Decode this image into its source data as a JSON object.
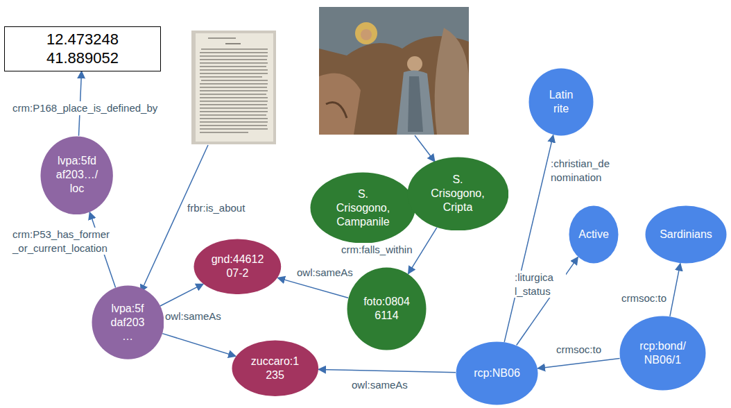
{
  "diagram": {
    "nodes": [
      {
        "text": [
          "12.473248 41.889052"
        ]
      },
      {
        "text": [
          "lvpa:5fd af203…/ loc"
        ]
      },
      {
        "text": [
          "lvpa:5f daf203 …"
        ]
      },
      {
        "text": [
          "gnd:44612 07-2"
        ]
      },
      {
        "text": [
          "zuccaro:1 235"
        ]
      },
      {
        "text": [
          "S. Crisogono, Campanile"
        ]
      },
      {
        "text": [
          "S. Crisogono, Cripta"
        ]
      },
      {
        "text": [
          "foto:0804 6114"
        ]
      },
      {
        "text": [
          "Latin rite"
        ]
      },
      {
        "text": [
          "Active"
        ]
      },
      {
        "text": [
          "Sardinians"
        ]
      },
      {
        "text": [
          "rcp:NB06"
        ]
      },
      {
        "text": [
          "rcp:bond/ NB06/1"
        ]
      }
    ],
    "edges": [
      {
        "from": 1,
        "to": 0,
        "label": "crm:P168_place_is_defined_by",
        "arrow": "to"
      },
      {
        "from": 2,
        "to": 1,
        "label": "crm:P53_has_former _or_current_location",
        "arrow": "to"
      },
      {
        "from": 2,
        "to": 3,
        "label": "owl:sameAs",
        "arrow": "to"
      },
      {
        "from": 7,
        "to": 3,
        "label": "owl:sameAs",
        "arrow": "to"
      },
      {
        "from": 2,
        "to": 4,
        "arrow": "to"
      },
      {
        "from": 11,
        "to": 4,
        "label": "owl:sameAs",
        "arrow": "to"
      },
      {
        "from": 6,
        "to": 7,
        "label": "crm:falls_within",
        "arrow": "to"
      },
      {
        "from": 11,
        "to": 8,
        "label": ":christian_de nomination",
        "arrow": "to"
      },
      {
        "from": 11,
        "to": 9,
        "label": ":liturgica l_status",
        "arrow": "to"
      },
      {
        "from": 12,
        "to": 10,
        "label": "crmsoc:to",
        "arrow": "to"
      },
      {
        "from": 12,
        "to": 11,
        "label": "crmsoc:to",
        "arrow": "to"
      }
    ],
    "labels": [
      "frbr:is_about"
    ]
  }
}
